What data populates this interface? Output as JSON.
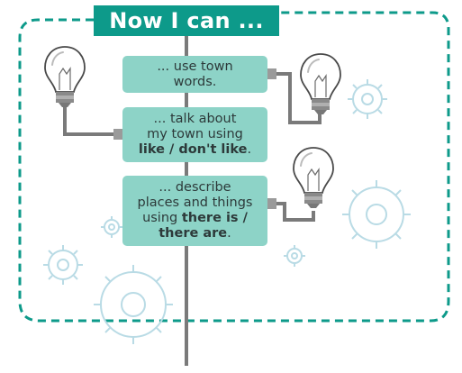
{
  "title": "Now I can ...",
  "items": [
    {
      "lines": [
        "... use town",
        "words."
      ]
    },
    {
      "lines": [
        "... talk about",
        "my town using"
      ],
      "bold_line": "like / don't like",
      "bold_suffix": "."
    },
    {
      "lines": [
        "... describe",
        "places and things"
      ],
      "mixed_line": {
        "prefix": "using ",
        "bold": "there is /"
      },
      "bold_line": "there are",
      "bold_suffix": "."
    }
  ],
  "colors": {
    "accent": "#0d9a8a",
    "card": "#8dd3c7",
    "connector": "#7a7a7a",
    "gear": "#cfe8ee"
  },
  "icons": [
    "lightbulb-icon",
    "gear-icon"
  ]
}
